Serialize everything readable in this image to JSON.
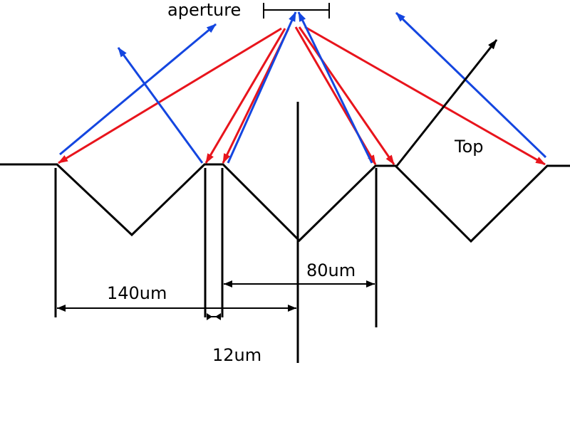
{
  "labels": {
    "aperture": "aperture",
    "top": "Top",
    "dim_140": "140um",
    "dim_80": "80um",
    "dim_12": "12um"
  },
  "colors": {
    "surface": "#000000",
    "incident_ray": "#e8141c",
    "reflected_ray": "#1446e0",
    "outgoing_ray": "#000000"
  }
}
